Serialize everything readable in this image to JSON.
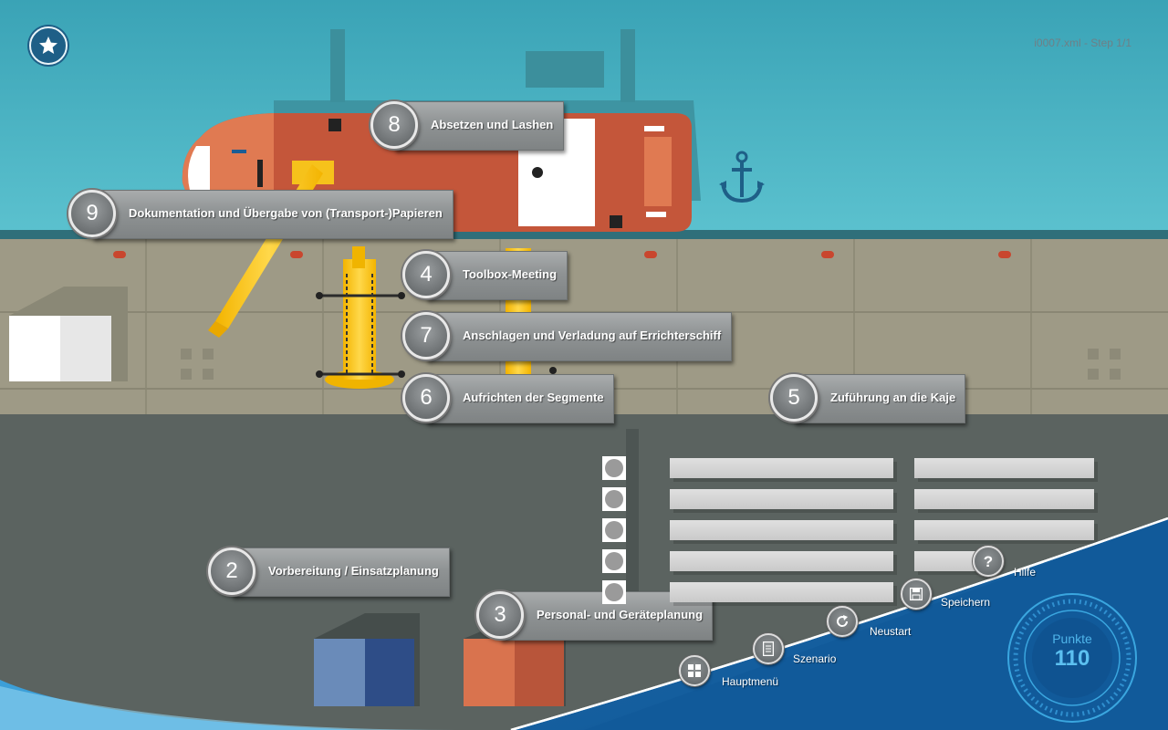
{
  "header": {
    "file_step": "i0007.xml - Step 1/1"
  },
  "steps": [
    {
      "number": "8",
      "label": "Absetzen und Lashen"
    },
    {
      "number": "9",
      "label": "Dokumentation und Übergabe von (Transport-)Papieren"
    },
    {
      "number": "4",
      "label": "Toolbox-Meeting"
    },
    {
      "number": "7",
      "label": "Anschlagen und Verladung auf Errichterschiff"
    },
    {
      "number": "6",
      "label": "Aufrichten der Segmente"
    },
    {
      "number": "5",
      "label": "Zuführung an die Kaje"
    },
    {
      "number": "2",
      "label": "Vorbereitung / Einsatzplanung"
    },
    {
      "number": "3",
      "label": "Personal- und Geräteplanung"
    }
  ],
  "nav": {
    "hauptmenue": "Hauptmenü",
    "szenario": "Szenario",
    "neustart": "Neustart",
    "speichern": "Speichern",
    "hilfe": "Hilfe"
  },
  "score": {
    "label": "Punkte",
    "value": "110"
  },
  "icons": {
    "favorite": "star-icon",
    "anchor": "anchor-icon",
    "help": "question-icon",
    "save": "save-icon",
    "restart": "restart-icon",
    "scenario": "document-icon",
    "menu": "grid-icon"
  },
  "colors": {
    "sea": "#4fb3c3",
    "quay": "#9d9a86",
    "ground": "#5b6360",
    "ship": "#c95a3c",
    "accent_blue": "#1a6fae",
    "crane_yellow": "#f5c518"
  }
}
